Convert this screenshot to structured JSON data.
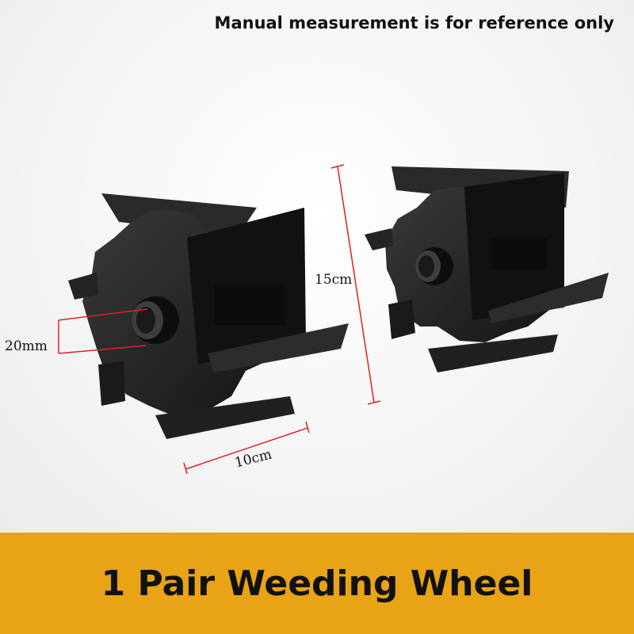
{
  "header": {
    "disclaimer": "Manual measurement is for reference only"
  },
  "dimensions": {
    "hole_diameter": "20mm",
    "height": "15cm",
    "width": "10cm",
    "line_color": "#e0202a"
  },
  "banner": {
    "title": "1 Pair Weeding Wheel",
    "background": "#e8a317"
  },
  "product": {
    "image_subject": "weeding-wheel-pair",
    "body_color": "#1e1e1e"
  }
}
